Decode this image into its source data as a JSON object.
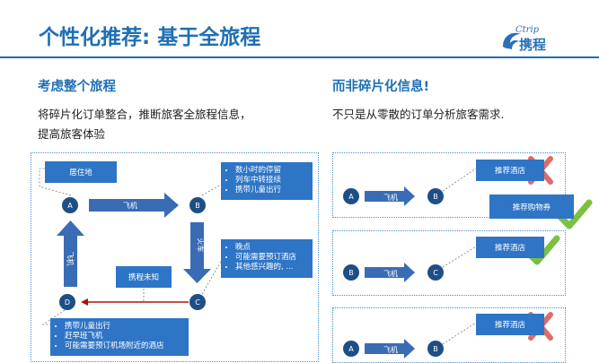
{
  "header": {
    "title": "个性化推荐: 基于全旅程",
    "logo_top": "Ctrip",
    "logo_main": "携程"
  },
  "left": {
    "heading": "考虑整个旅程",
    "text_line1": "将碎片化订单整合，推断旅客全旅程信息，",
    "text_line2": "提高旅客体验",
    "diagram": {
      "nodes": {
        "a": "A",
        "b": "B",
        "c": "C",
        "d": "D"
      },
      "box_home": "居住地",
      "box_b_items": [
        "数小时的停留",
        "列车中转接续",
        "携带儿童出行"
      ],
      "box_c_items": [
        "晚点",
        "可能需要预订酒店",
        "其他感兴趣的, ..."
      ],
      "box_unknown": "携程未知",
      "box_d_items": [
        "携带儿童出行",
        "赶早班飞机",
        "可能需要预订机场附近的酒店"
      ],
      "label_ab": "飞机",
      "label_bc": "火车",
      "label_da": "飞机"
    }
  },
  "right": {
    "heading": "而非碎片化信息!",
    "text": "不只是从零散的订单分析旅客需求.",
    "panels": [
      {
        "from": "A",
        "to": "B",
        "label": "飞机",
        "rec_hotel": "推荐酒店",
        "rec_hotel_mark": "cross",
        "rec_shopping": "推荐购物券",
        "rec_shopping_mark": "check"
      },
      {
        "from": "B",
        "to": "C",
        "label": "飞机",
        "rec_hotel": "推荐酒店",
        "rec_hotel_mark": "check"
      },
      {
        "from": "A",
        "to": "B",
        "label": "飞机",
        "rec_hotel": "推荐酒店",
        "rec_hotel_mark": "cross"
      }
    ]
  },
  "colors": {
    "title": "#1f6fb4",
    "node": "#1d4f86",
    "box": "#2e75c6",
    "arrow": "#3a6cb5",
    "unknown_arrow": "#b01010",
    "cross": "#d9534f",
    "check": "#7ac043"
  }
}
